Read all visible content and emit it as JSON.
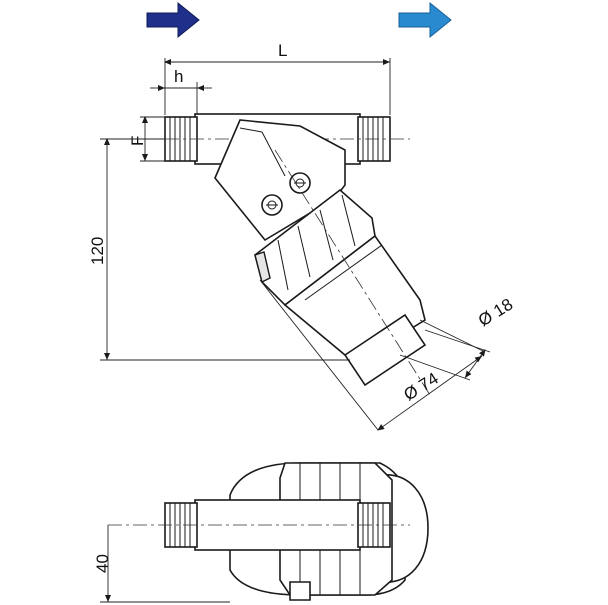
{
  "arrows": {
    "inlet_color": "#1f2f8a",
    "outlet_color": "#2a8ad0"
  },
  "dimensions": {
    "length": "L",
    "height_small": "h",
    "flange": "F",
    "height_total": "120",
    "diameter_outer": "Ø 74",
    "diameter_inner": "Ø 18",
    "depth": "40"
  }
}
